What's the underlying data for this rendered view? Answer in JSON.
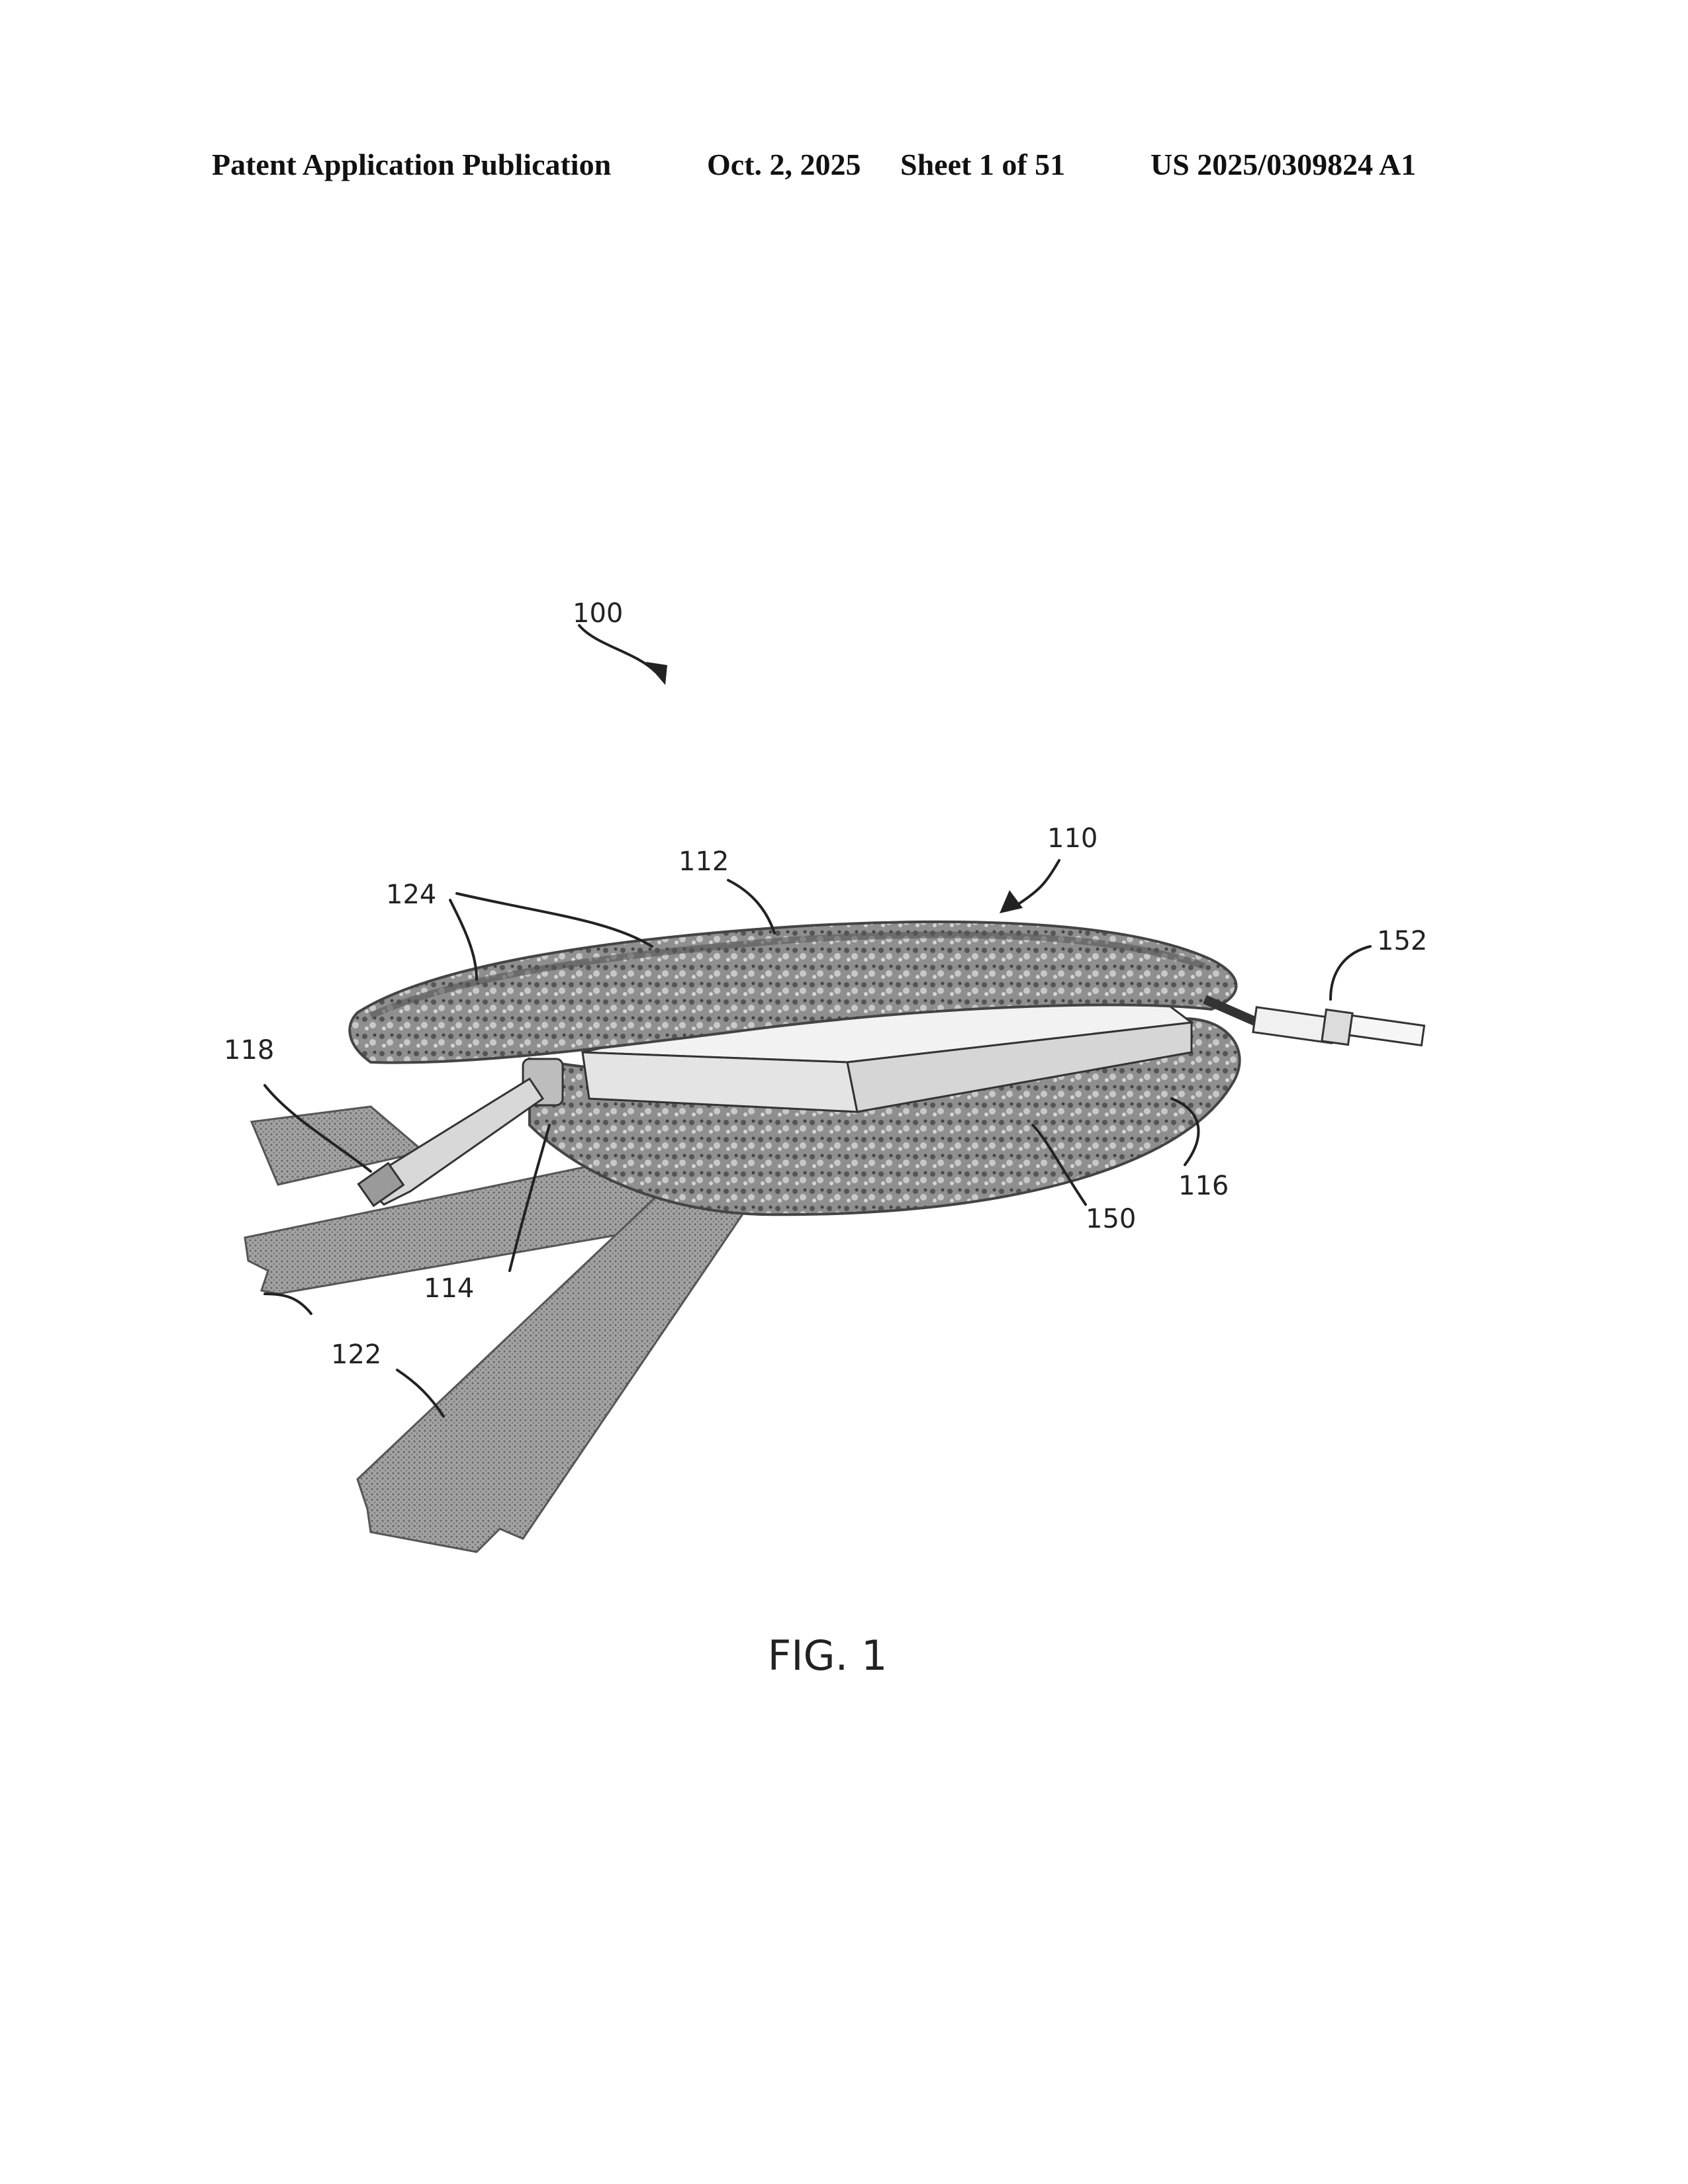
{
  "header": {
    "publication": "Patent Application Publication",
    "date": "Oct. 2, 2025",
    "sheet": "Sheet 1 of 51",
    "number": "US 2025/0309824 A1"
  },
  "figure": {
    "label": "FIG. 1",
    "references": {
      "r100": "100",
      "r110": "110",
      "r112": "112",
      "r124": "124",
      "r152": "152",
      "r118": "118",
      "r116": "116",
      "r150": "150",
      "r114": "114",
      "r122": "122"
    }
  },
  "colors": {
    "ink": "#222222",
    "shading_dark": "#6f6f6f",
    "shading_mid": "#9a9a9a",
    "shading_light": "#c4c4c4"
  }
}
